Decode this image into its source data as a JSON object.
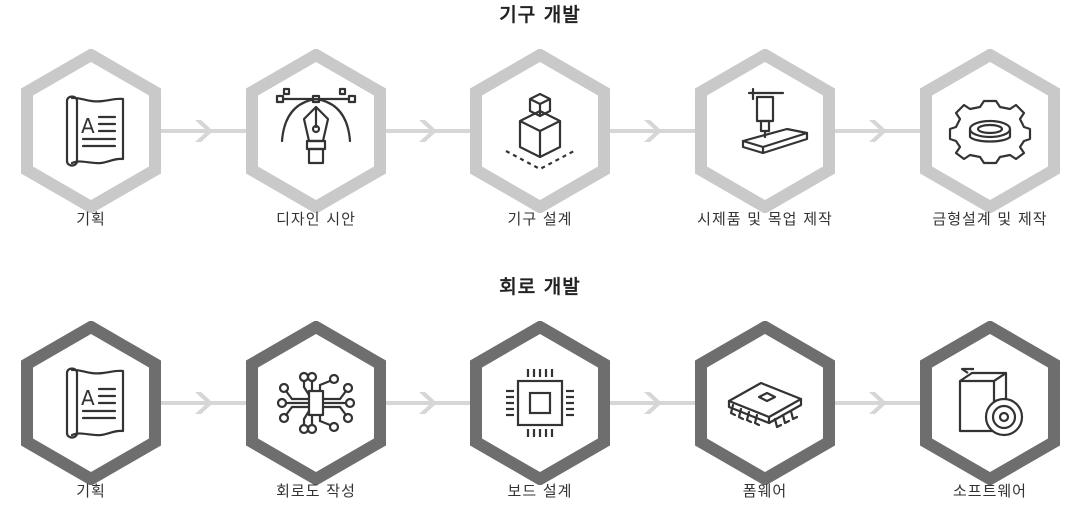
{
  "sections": [
    {
      "title": "기구 개발",
      "ring_color": "#c9c9c9",
      "steps": [
        {
          "label": "기획",
          "icon": "document-scroll-icon"
        },
        {
          "label": "디자인 시안",
          "icon": "pen-tool-icon"
        },
        {
          "label": "기구 설계",
          "icon": "3d-cube-icon"
        },
        {
          "label": "시제품 및 목업 제작",
          "icon": "cnc-machine-icon"
        },
        {
          "label": "금형설계 및 제작",
          "icon": "gear-icon"
        }
      ]
    },
    {
      "title": "회로 개발",
      "ring_color": "#6e6e6e",
      "steps": [
        {
          "label": "기획",
          "icon": "document-scroll-icon"
        },
        {
          "label": "회로도 작성",
          "icon": "circuit-diagram-icon"
        },
        {
          "label": "보드 설계",
          "icon": "cpu-chip-icon"
        },
        {
          "label": "폼웨어",
          "icon": "microchip-icon"
        },
        {
          "label": "소프트웨어",
          "icon": "software-box-disc-icon"
        }
      ]
    }
  ],
  "colors": {
    "connector": "#d6d6d6",
    "icon_stroke": "#333333"
  }
}
